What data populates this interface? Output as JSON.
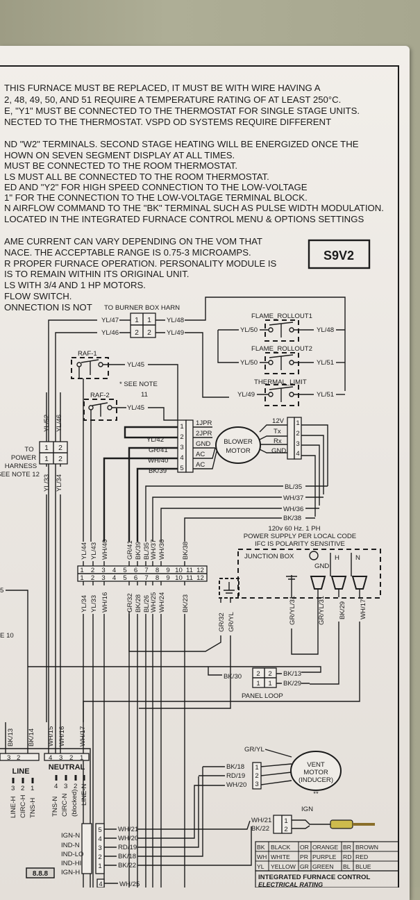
{
  "notes": [
    "THIS FURNACE MUST BE REPLACED, IT MUST BE WITH WIRE HAVING A",
    "2, 48, 49, 50, AND 51 REQUIRE A TEMPERATURE RATING OF AT LEAST 250°C.",
    "E, \"Y1\" MUST BE CONNECTED TO THE THERMOSTAT FOR SINGLE STAGE UNITS.",
    "NECTED TO THE THERMOSTAT.  VSPD OD SYSTEMS REQUIRE DIFFERENT",
    "ND \"W2\" TERMINALS.  SECOND STAGE HEATING WILL BE ENERGIZED ONCE THE",
    "HOWN ON SEVEN SEGMENT DISPLAY AT ALL TIMES.",
    " MUST BE CONNECTED TO THE ROOM THERMOSTAT.",
    "LS MUST ALL BE CONNECTED TO THE ROOM THERMOSTAT.",
    "ED AND \"Y2\" FOR HIGH SPEED CONNECTION TO THE LOW-VOLTAGE",
    "1\" FOR THE CONNECTION TO THE LOW-VOLTAGE TERMINAL BLOCK.",
    "N AIRFLOW COMMAND TO THE \"BK\" TERMINAL SUCH AS PULSE WIDTH MODULATION.",
    "LOCATED IN THE INTEGRATED FURNACE CONTROL MENU & OPTIONS SETTINGS",
    "AME CURRENT CAN VARY DEPENDING ON THE VOM THAT",
    "NACE. THE ACCEPTABLE RANGE IS 0.75-3 MICROAMPS.",
    "R PROPER FURNACE OPERATION.  PERSONALITY MODULE IS",
    " IS TO REMAIN WITHIN ITS ORIGINAL UNIT.",
    "LS WITH 3/4 AND 1 HP MOTORS.",
    "FLOW SWITCH.",
    "ONNECTION IS NOT"
  ],
  "model": "S9V2",
  "burner_box": {
    "title": "TO BURNER BOX HARN",
    "left_wires": [
      "YL/47",
      "YL/46"
    ],
    "right_wires": [
      "YL/48",
      "YL/49"
    ],
    "pins_a": [
      "1",
      "2"
    ],
    "pins_b": [
      "1",
      "2"
    ]
  },
  "switches": {
    "rollout1": {
      "label": "FLAME_ROLLOUT1",
      "left": "YL/50",
      "right": "YL/48"
    },
    "rollout2": {
      "label": "FLAME_ROLLOUT2",
      "left": "YL/50",
      "right": "YL/51"
    },
    "thermal": {
      "label": "THERMAL_LIMIT",
      "left": "YL/49",
      "right": "YL/51"
    },
    "raf1": {
      "label": "RAF-1",
      "wire": "YL/45"
    },
    "raf2": {
      "label": "RAF-2",
      "wire": "YL/45"
    },
    "see_note": "* SEE NOTE",
    "see_note_num": "11"
  },
  "power_harness": {
    "lines": [
      "TO",
      "POWER",
      "HARNESS",
      "SEE NOTE 12"
    ],
    "wires": [
      "YL/52",
      "YL/46",
      "YL/33",
      "YL/34"
    ],
    "pins_a": [
      "1",
      "2"
    ],
    "pins_b": [
      "1",
      "2"
    ]
  },
  "blower": {
    "label_1": "BLOWER",
    "label_2": "MOTOR",
    "left_pins": [
      "1",
      "2",
      "3",
      "4",
      "5"
    ],
    "left_terms": [
      "1JPR",
      "2JPR",
      "GND",
      "AC",
      "AC"
    ],
    "left_wires": [
      "YL/42",
      "GR/41",
      "WH/40",
      "BK/39"
    ],
    "right_terms": [
      "12V",
      "Tx",
      "Rx",
      "GND"
    ],
    "right_pins": [
      "1",
      "2",
      "3",
      "4"
    ]
  },
  "bus_wires": [
    "BL/35",
    "WH/37",
    "WH/36",
    "BK/38"
  ],
  "power_supply": {
    "lines": [
      "120v 60 Hz. 1 PH",
      "POWER SUPPLY PER LOCAL CODE",
      "IFC IS POLARITY SENSITIVE"
    ],
    "junction": "JUNCTION BOX",
    "gnd": "GND",
    "h": "H",
    "n": "N",
    "wires": [
      "GR/YL/31",
      "GR/YL/31",
      "BK/29",
      "WH/17"
    ]
  },
  "plug12": {
    "top_wires": [
      "YL/44",
      "YL/43",
      "WH/40",
      "GR/41",
      "BK/39",
      "BL/35",
      "WH/37",
      "WH/36",
      "BK/38"
    ],
    "pins": [
      "1",
      "2",
      "3",
      "4",
      "5",
      "6",
      "7",
      "8",
      "9",
      "10",
      "11",
      "12"
    ],
    "bottom_wires": [
      "YL/34",
      "YL/33",
      "WH/16",
      "GR/32",
      "BK/28",
      "BL/26",
      "WH/25",
      "WH/24",
      "BK/23"
    ]
  },
  "ground_wires": [
    "GR/32",
    "GR/YL"
  ],
  "panel_loop": {
    "label": "PANEL LOOP",
    "left": [
      "BK/30"
    ],
    "right": [
      "BK/13",
      "BK/29"
    ],
    "pins_a": [
      "2",
      "1"
    ],
    "pins_b": [
      "2",
      "1"
    ]
  },
  "inducer": {
    "label_1": "VENT",
    "label_2": "MOTOR",
    "label_3": "(INDUCER)",
    "stars": "**",
    "wires": [
      "BK/18",
      "RD/19",
      "WH/20"
    ],
    "pins": [
      "1",
      "2",
      "3"
    ],
    "gryl": "GR/YL"
  },
  "ign": {
    "label": "IGN",
    "wires": [
      "WH/21",
      "BK/22"
    ],
    "pins": [
      "1",
      "2"
    ]
  },
  "ifc": {
    "line": "LINE",
    "neutral": "NEUTRAL",
    "line_pins": [
      "3",
      "2",
      "1"
    ],
    "line_terms": [
      "LINE-H",
      "CIRC-H",
      "TNS-H"
    ],
    "neutral_pins": [
      "4",
      "3",
      "2",
      "1"
    ],
    "neutral_terms": [
      "TNS-N",
      "CIRC-N",
      "(blocked)",
      "LINE-N"
    ],
    "top_wires": [
      "BK/13",
      "BK/14",
      "WH/15",
      "WH/16",
      "WH/17"
    ],
    "ign_terms": [
      "IGN-N",
      "IND-N",
      "IND-LO",
      "IND-HI",
      "IGN-H"
    ],
    "ign_pins": [
      "5",
      "4",
      "3",
      "2",
      "1"
    ],
    "ign_wires": [
      "WH/21",
      "WH/20",
      "RD/19",
      "BK/18",
      "BK/22"
    ],
    "bottom_pin": "4",
    "bottom_wire": "WH/25",
    "display": "8.8.8"
  },
  "left_edge": {
    "num5": "5",
    "note10": "E 10",
    "pin3": "3",
    "pin2": "2"
  },
  "legend": {
    "rows": [
      [
        "BK",
        "BLACK",
        "OR",
        "ORANGE",
        "BR",
        "BROWN"
      ],
      [
        "WH",
        "WHITE",
        "PR",
        "PURPLE",
        "RD",
        "RED"
      ],
      [
        "YL",
        "YELLOW",
        "GR",
        "GREEN",
        "BL",
        "BLUE"
      ]
    ],
    "footer_1": "INTEGRATED FURNACE CONTROL",
    "footer_2": "ELECTRICAL RATING"
  },
  "colors": {
    "paper": "#ece8e3",
    "ink": "#1b1b1b",
    "wall": "#a9a890"
  }
}
